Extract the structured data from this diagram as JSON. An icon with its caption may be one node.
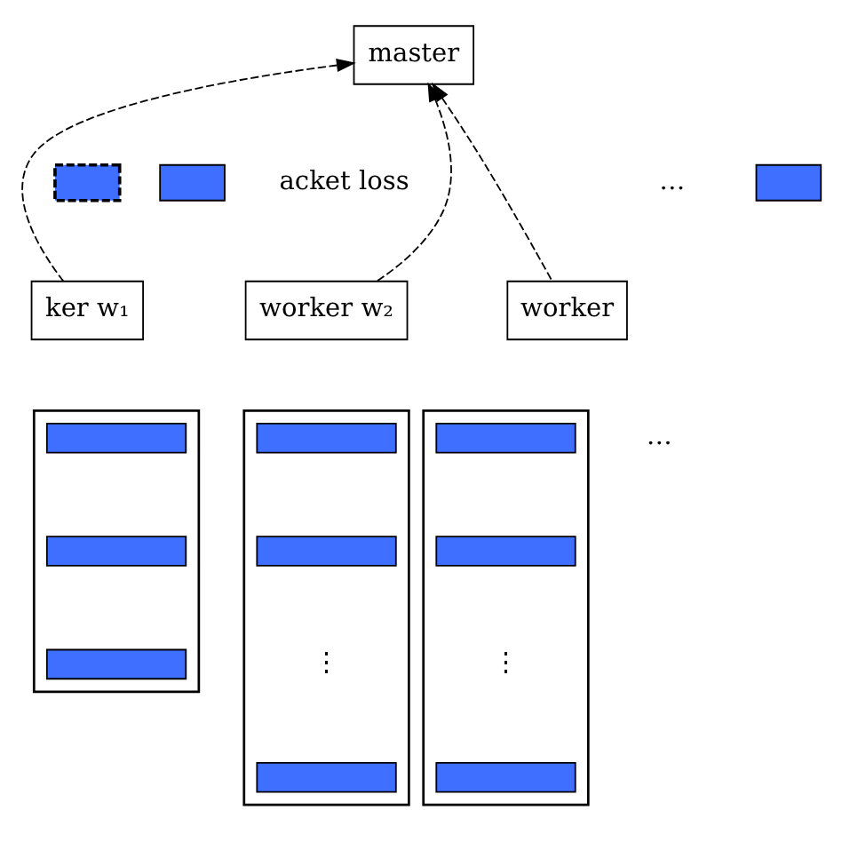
{
  "diagram": {
    "nodes": [
      {
        "text": [
          "master"
        ]
      },
      {
        "text": [],
        "shape": "box"
      },
      {
        "text": [],
        "shape": "box"
      },
      {
        "text": [],
        "shape": "box"
      },
      {
        "text": [
          "ker w₁"
        ]
      },
      {
        "text": [
          "worker w₂"
        ]
      },
      {
        "text": [
          "worker"
        ]
      },
      {
        "text": [],
        "shape": "box"
      },
      {
        "text": [],
        "shape": "bar",
        "in": 7
      },
      {
        "text": [],
        "shape": "bar",
        "in": 7
      },
      {
        "text": [],
        "shape": "bar",
        "in": 7
      },
      {
        "text": [],
        "shape": "box"
      },
      {
        "text": [],
        "shape": "bar",
        "in": 11
      },
      {
        "text": [],
        "shape": "bar",
        "in": 11
      },
      {
        "text": [],
        "shape": "bar",
        "in": 11
      },
      {
        "text": [],
        "shape": "box"
      },
      {
        "text": [],
        "shape": "bar",
        "in": 15
      },
      {
        "text": [],
        "shape": "bar",
        "in": 15
      },
      {
        "text": [],
        "shape": "bar",
        "in": 15
      }
    ],
    "edges": [
      {
        "from": 4,
        "to": 0,
        "arrow": "to",
        "style": "dashed"
      },
      {
        "from": 5,
        "to": 0,
        "arrow": "to",
        "style": "dashed"
      },
      {
        "from": 6,
        "to": 0,
        "arrow": "to",
        "style": "dashed"
      }
    ],
    "labels": [
      "acket loss",
      "…",
      "…",
      "⋮",
      "⋮"
    ]
  }
}
